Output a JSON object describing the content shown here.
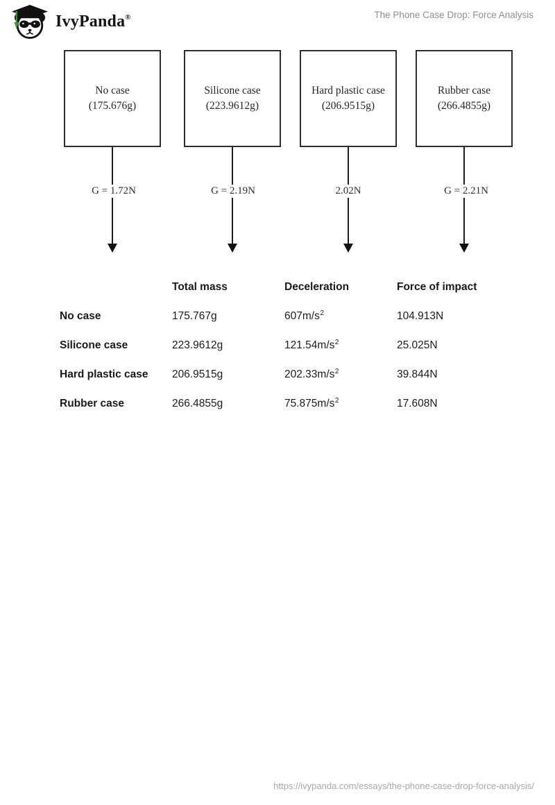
{
  "header": {
    "brand": "IvyPanda",
    "registered": "®",
    "title": "The Phone Case Drop: Force Analysis"
  },
  "diagram": {
    "boxes": [
      {
        "title": "No case",
        "mass": "(175.676g)",
        "force_label": "G =  1.72N"
      },
      {
        "title": "Silicone case",
        "mass": "(223.9612g)",
        "force_label": "G = 2.19N"
      },
      {
        "title": "Hard plastic case",
        "mass": "(206.9515g)",
        "force_label": "2.02N"
      },
      {
        "title": "Rubber case",
        "mass": "(266.4855g)",
        "force_label": "G = 2.21N"
      }
    ]
  },
  "table": {
    "columns": [
      "",
      "Total mass",
      "Deceleration",
      "Force of impact"
    ],
    "rows": [
      {
        "label": "No case",
        "total_mass": "175.767g",
        "deceleration_base": "607m/s",
        "deceleration_sup": "2",
        "force_of_impact": "104.913N"
      },
      {
        "label": "Silicone case",
        "total_mass": "223.9612g",
        "deceleration_base": "121.54m/s",
        "deceleration_sup": "2",
        "force_of_impact": "25.025N"
      },
      {
        "label": "Hard plastic case",
        "total_mass": "206.9515g",
        "deceleration_base": "202.33m/s",
        "deceleration_sup": "2",
        "force_of_impact": "39.844N"
      },
      {
        "label": "Rubber case",
        "total_mass": "266.4855g",
        "deceleration_base": "75.875m/s",
        "deceleration_sup": "2",
        "force_of_impact": "17.608N"
      }
    ]
  },
  "footer": {
    "url": "https://ivypanda.com/essays/the-phone-case-drop-force-analysis/"
  },
  "colors": {
    "logo_tassel_green": "#3c9a3c",
    "title_gray": "#8f8f8f",
    "footer_gray": "#a8a8a8",
    "line_black": "#1c1c1c"
  }
}
